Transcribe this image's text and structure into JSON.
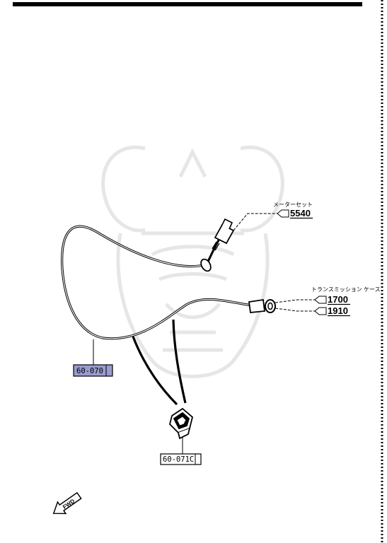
{
  "callouts": {
    "meter_set": {
      "label": "メーターセット",
      "refs": [
        "5540"
      ]
    },
    "transmission_case": {
      "label": "トランスミッション ケース",
      "refs": [
        "1700",
        "1910"
      ]
    }
  },
  "parts": {
    "cable": "60-070",
    "clip": "60-071C"
  },
  "fwd_arrow": {
    "text": "FWD"
  },
  "colors": {
    "line": "#000000",
    "highlight": "#9a9ccf",
    "watermark": "#e6e6e6",
    "border": "#000000"
  }
}
